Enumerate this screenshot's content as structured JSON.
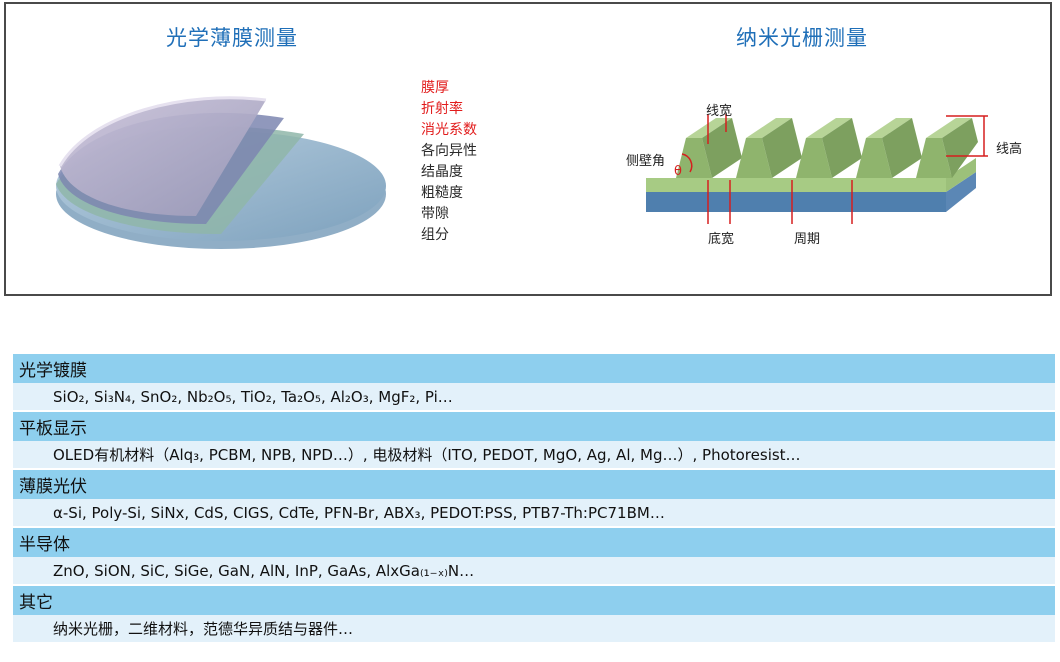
{
  "film_section": {
    "title": "光学薄膜测量",
    "properties": [
      {
        "label": "膜厚",
        "color": "#e21c1c"
      },
      {
        "label": "折射率",
        "color": "#e21c1c"
      },
      {
        "label": "消光系数",
        "color": "#e21c1c"
      },
      {
        "label": "各向异性",
        "color": "#2a2a2a"
      },
      {
        "label": "结晶度",
        "color": "#2a2a2a"
      },
      {
        "label": "粗糙度",
        "color": "#2a2a2a"
      },
      {
        "label": "带隙",
        "color": "#2a2a2a"
      },
      {
        "label": "组分",
        "color": "#2a2a2a"
      }
    ]
  },
  "grating_section": {
    "title": "纳米光栅测量",
    "labels": {
      "line_width": "线宽",
      "sidewall_angle": "侧壁角",
      "theta": "θ",
      "line_height": "线高",
      "bottom_width": "底宽",
      "period": "周期"
    }
  },
  "materials": [
    {
      "category": "光学镀膜",
      "items": "SiO₂, Si₃N₄, SnO₂, Nb₂O₅, TiO₂, Ta₂O₅, Al₂O₃, MgF₂, Pi…"
    },
    {
      "category": "平板显示",
      "items": "OLED有机材料（Alq₃, PCBM, NPB, NPD…）, 电极材料（ITO, PEDOT, MgO, Ag, Al, Mg…）, Photoresist…"
    },
    {
      "category": "薄膜光伏",
      "items": "α-Si, Poly-Si, SiNx, CdS, CIGS, CdTe, PFN-Br, ABX₃, PEDOT:PSS, PTB7-Th:PC71BM…"
    },
    {
      "category": "半导体",
      "items": "ZnO, SiON, SiC, SiGe, GaN, AlN, InP, GaAs, AlxGa₍₁₋ₓ₎N…"
    },
    {
      "category": "其它",
      "items": "纳米光栅，二维材料，范德华异质结与器件…"
    }
  ],
  "colors": {
    "title_blue": "#1f6fb8",
    "category_bg": "#8ecfee",
    "item_bg": "#e3f1fa",
    "highlight_red": "#e21c1c"
  }
}
